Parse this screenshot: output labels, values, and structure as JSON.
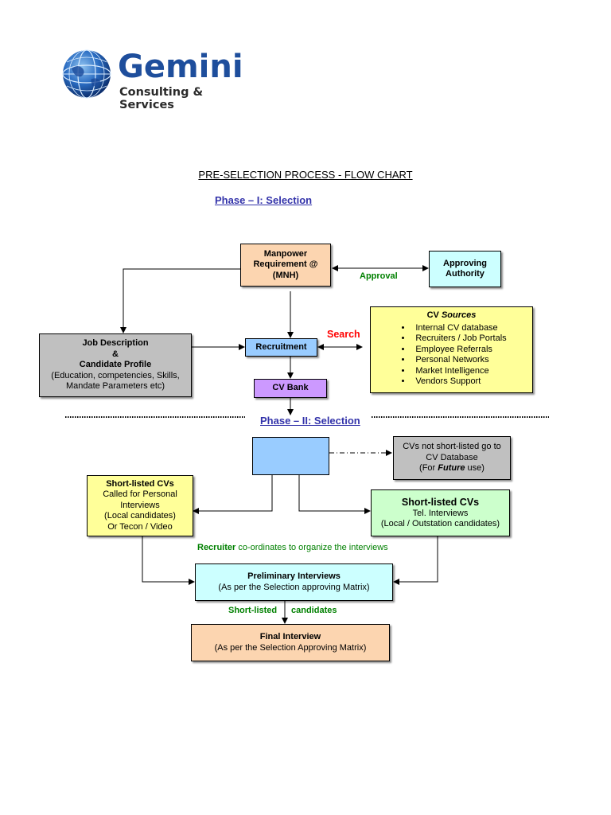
{
  "logo": {
    "name": "Gemini",
    "tagline": "Consulting & Services"
  },
  "title": "PRE-SELECTION PROCESS - FLOW CHART",
  "phase1": "Phase – I: Selection",
  "phase2": "Phase – II: Selection",
  "nodes": {
    "manpower": {
      "line1": "Manpower",
      "line2": "Requirement @",
      "line3": "(MNH)"
    },
    "approving": {
      "line1": "Approving",
      "line2": "Authority"
    },
    "approval_label": "Approval",
    "job_desc": {
      "line1": "Job Description",
      "line2": "&",
      "line3": "Candidate Profile",
      "line4": "(Education, competencies, Skills,",
      "line5": "Mandate Parameters etc)"
    },
    "recruitment": "Recruitment",
    "search_label": "Search",
    "cv_sources": {
      "title_plain": "CV ",
      "title_italic": "Sources",
      "items": [
        "Internal CV database",
        "Recruiters / Job Portals",
        "Employee Referrals",
        "Personal Networks",
        "Market Intelligence",
        "Vendors Support"
      ]
    },
    "cv_bank": "CV Bank",
    "not_shortlisted": {
      "line1": "CVs not short-listed go to",
      "line2": "CV Database",
      "line3_pre": "(For ",
      "line3_em": "Future",
      "line3_post": " use)"
    },
    "shortlisted_left": {
      "title": "Short-listed CVs",
      "line1": "Called for Personal",
      "line2": "Interviews",
      "line3": "(Local candidates)",
      "line4": "Or Tecon / Video"
    },
    "shortlisted_right": {
      "title": "Short-listed CVs",
      "line1": "Tel. Interviews",
      "line2": "(Local / Outstation candidates)"
    },
    "recruiter_note": {
      "bold": "Recruiter",
      "rest": " co-ordinates to organize the interviews"
    },
    "preliminary": {
      "title": "Preliminary Interviews",
      "sub": "(As per the Selection approving Matrix)"
    },
    "shortlisted_label_left": "Short-listed",
    "shortlisted_label_right": "candidates",
    "final": {
      "title": "Final Interview",
      "sub": "(As per the Selection Approving Matrix)"
    }
  },
  "colors": {
    "orange": "#fcd5b0",
    "cyan": "#ccffff",
    "gray": "#c0c0c0",
    "blue": "#99ccff",
    "purple": "#cc99ff",
    "yellow": "#ffff99",
    "green": "#ccffcc",
    "accent_green": "#008000",
    "search_red": "#ff0000"
  }
}
